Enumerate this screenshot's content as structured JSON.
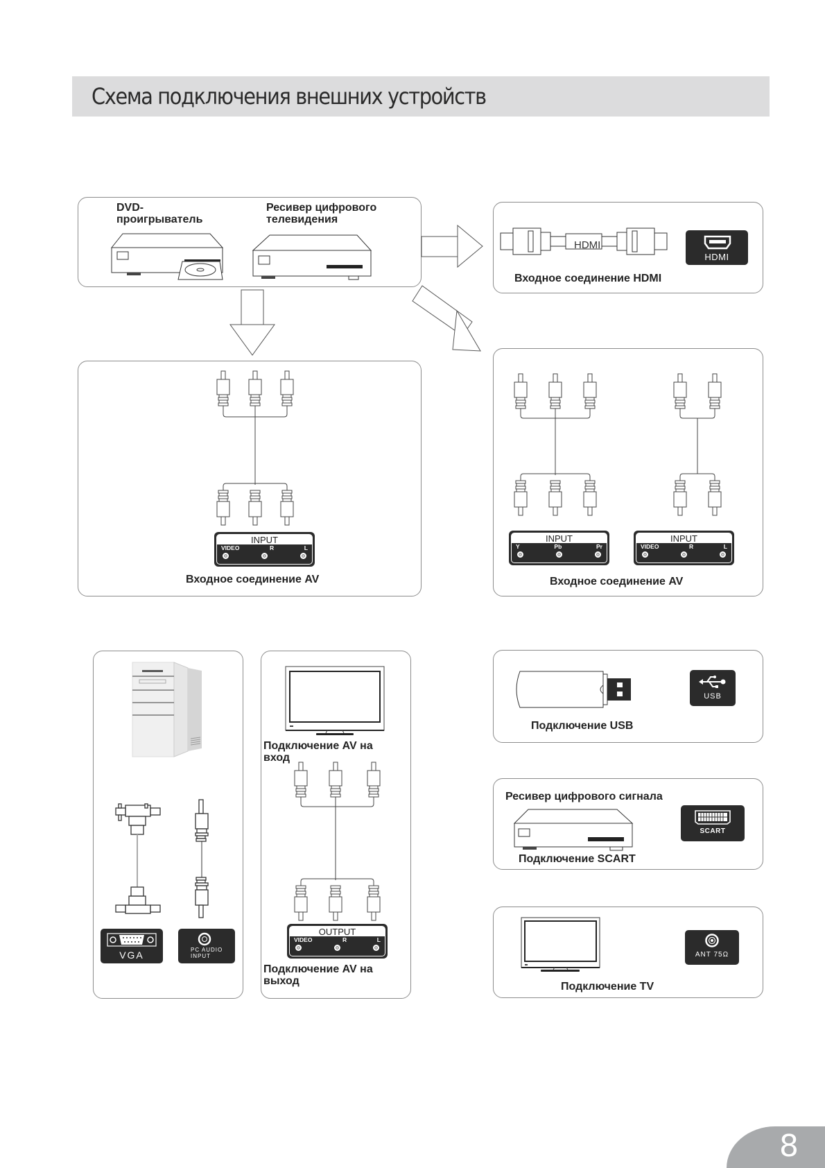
{
  "page": {
    "title": "Схема подключения внешних устройств",
    "page_number": "8"
  },
  "sources": {
    "dvd_label": "DVD-\nпроигрыватель",
    "dvd_line1": "DVD-",
    "dvd_line2": "проигрыватель",
    "receiver_line1": "Ресивер цифрового",
    "receiver_line2": "телевидения"
  },
  "hdmi": {
    "cable_label": "HDMI",
    "jack_label": "HDMI",
    "caption": "Входное соединение HDMI"
  },
  "av_left": {
    "panel_title": "INPUT",
    "ports": [
      "VIDEO",
      "R",
      "L"
    ],
    "caption": "Входное соединение AV"
  },
  "av_right": {
    "component": {
      "panel_title": "INPUT",
      "ports": [
        "Y",
        "Pb",
        "Pr"
      ]
    },
    "composite": {
      "panel_title": "INPUT",
      "ports": [
        "VIDEO",
        "R",
        "L"
      ]
    },
    "caption": "Входное соединение AV"
  },
  "pc": {
    "vga_label": "VGA",
    "audio_label_line1": "PC AUDIO",
    "audio_label_line2": "INPUT"
  },
  "av_io": {
    "in_caption_line1": "Подключение  AV на",
    "in_caption_line2": "вход",
    "panel_title": "OUTPUT",
    "ports": [
      "VIDEO",
      "R",
      "L"
    ],
    "out_caption_line1": "Подключение  AV на",
    "out_caption_line2": "выход"
  },
  "usb": {
    "jack_label": "USB",
    "caption": "Подключение  USB"
  },
  "scart": {
    "source_label": "Ресивер цифрового сигнала",
    "jack_label": "SCART",
    "caption": "Подключение  SCART"
  },
  "tv": {
    "jack_label": "ANT 75Ω",
    "caption": "Подключение  TV"
  },
  "colors": {
    "title_bar": "#dcdcdd",
    "jack_bg": "#2b2b2b",
    "page_tab": "#a8aaac",
    "panel_border": "#8c8c8c"
  }
}
